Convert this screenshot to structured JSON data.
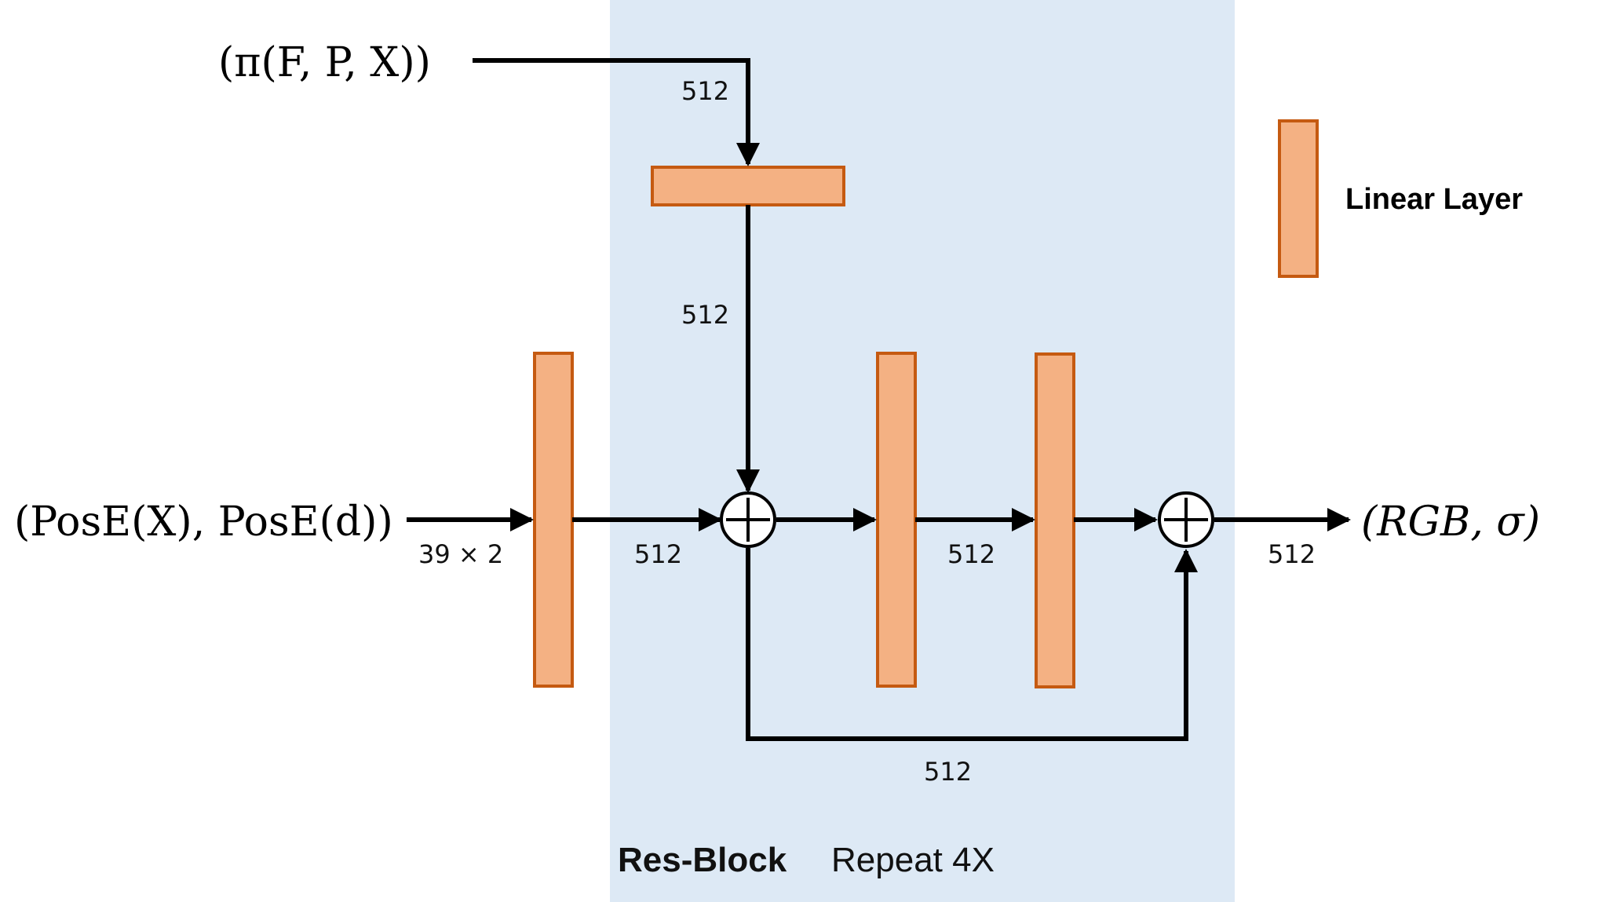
{
  "colors": {
    "resblock_bg": "#dde9f5",
    "layer_fill": "#f4b183",
    "layer_stroke": "#c55a11",
    "line": "#000000"
  },
  "inputs": {
    "feature_input": "(π(F, P, X))",
    "pos_input": "(PosE(X), PosE(d))",
    "output": "(RGB, σ)"
  },
  "dims": {
    "feature_in": "512",
    "feature_proj": "512",
    "pos_in": "39 × 2",
    "first_out": "512",
    "between_layers": "512",
    "skip": "512",
    "final_out": "512"
  },
  "legend": {
    "linear_layer": "Linear Layer"
  },
  "block": {
    "title": "Res-Block",
    "repeat": "Repeat 4X"
  },
  "icons": {
    "add": "circle-plus-icon",
    "linear_layer": "orange-rectangle"
  }
}
